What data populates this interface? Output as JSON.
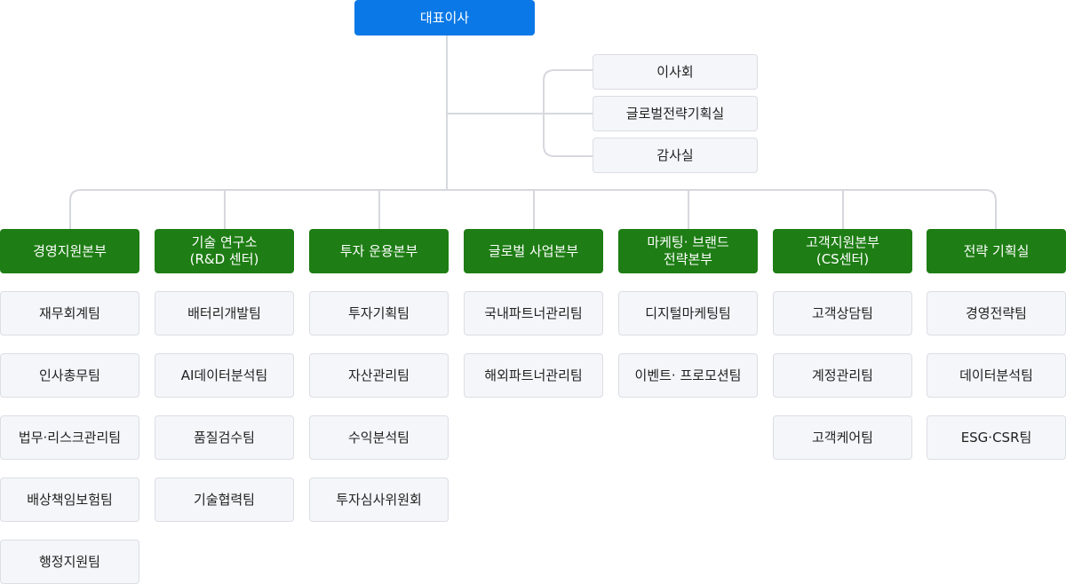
{
  "ceo": "대표이사",
  "staff": [
    "이사회",
    "글로벌전략기획실",
    "감사실"
  ],
  "divisions": [
    {
      "name": "경영지원본부",
      "teams": [
        "재무회계팀",
        "인사총무팀",
        "법무·리스크관리팀",
        "배상책임보험팀",
        "행정지원팀"
      ]
    },
    {
      "name": "기술 연구소\n(R&D 센터)",
      "teams": [
        "배터리개발팀",
        "AI데이터분석팀",
        "품질검수팀",
        "기술협력팀"
      ]
    },
    {
      "name": "투자 운용본부",
      "teams": [
        "투자기획팀",
        "자산관리팀",
        "수익분석팀",
        "투자심사위원회"
      ]
    },
    {
      "name": "글로벌 사업본부",
      "teams": [
        "국내파트너관리팀",
        "해외파트너관리팀"
      ]
    },
    {
      "name": "마케팅· 브랜드\n전략본부",
      "teams": [
        "디지털마케팅팀",
        "이벤트· 프로모션팀"
      ]
    },
    {
      "name": "고객지원본부\n(CS센터)",
      "teams": [
        "고객상담팀",
        "계정관리팀",
        "고객케어팀"
      ]
    },
    {
      "name": "전략 기획실",
      "teams": [
        "경영전략팀",
        "데이터분석팀",
        "ESG·CSR팀"
      ]
    }
  ]
}
